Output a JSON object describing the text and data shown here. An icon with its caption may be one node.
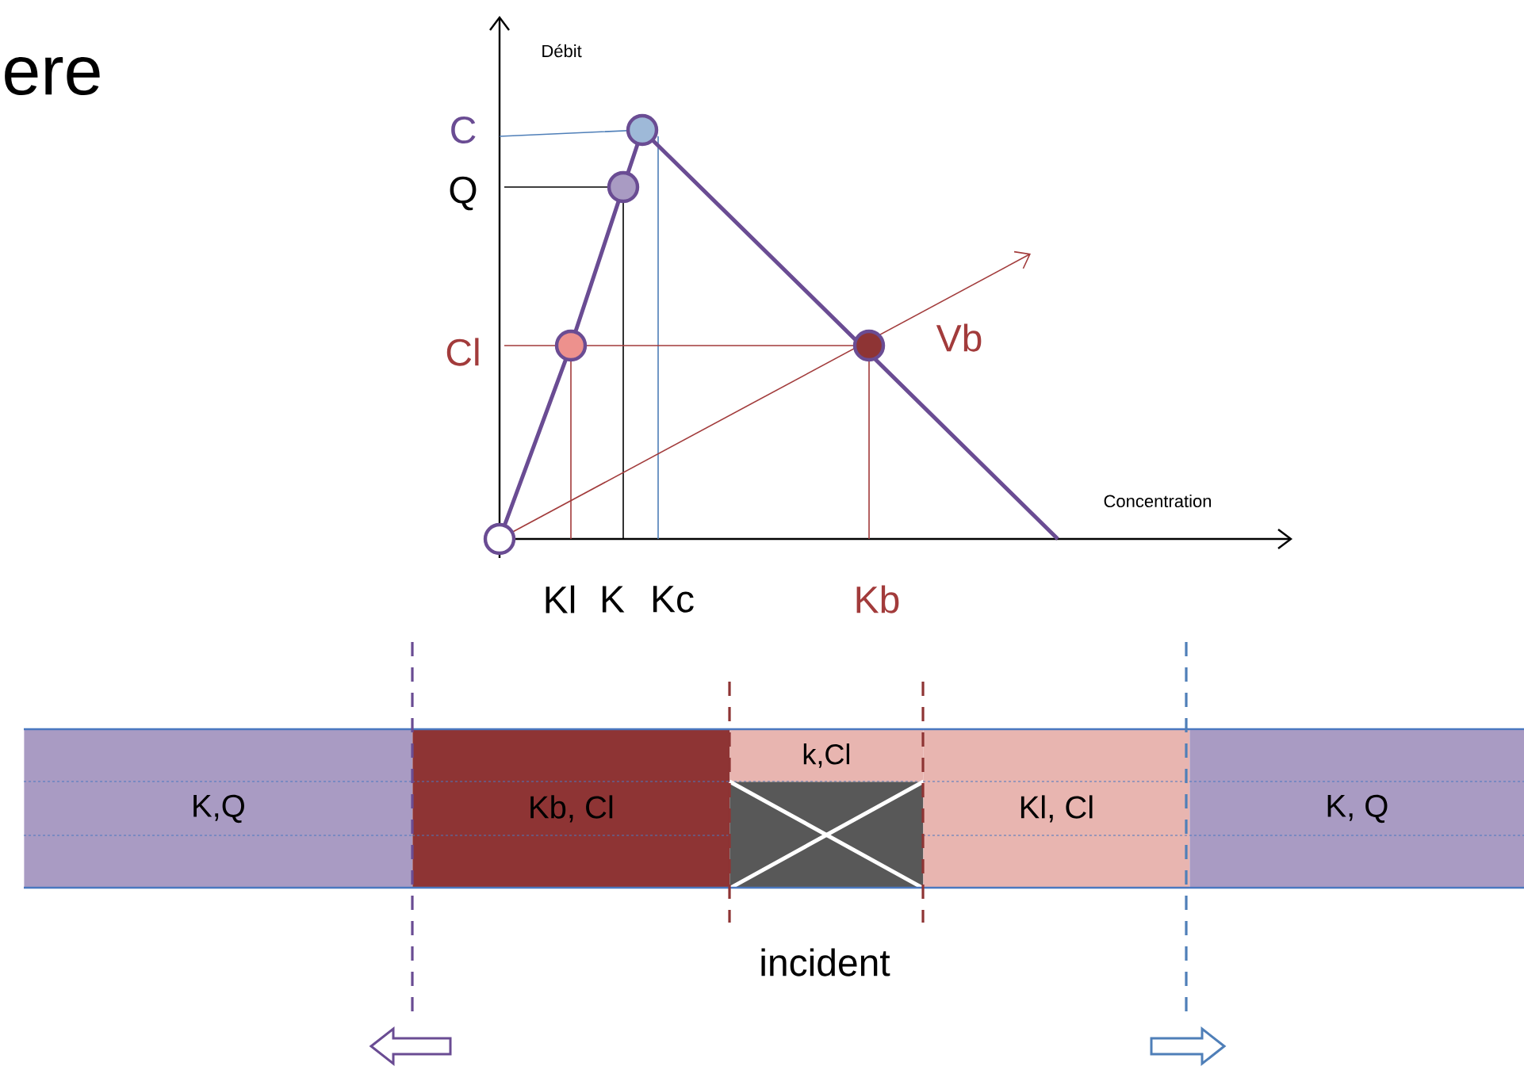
{
  "diagram": {
    "nodes": [
      {
        "text": [
          "K,Q"
        ]
      },
      {
        "text": [
          "Kb, Cl"
        ]
      },
      {
        "text": [
          "k,Cl"
        ]
      },
      {
        "text": [],
        "shape": "box"
      },
      {
        "text": [
          "Kl, Cl"
        ]
      },
      {
        "text": [
          "K, Q"
        ]
      }
    ],
    "labels": [
      "ere",
      "Débit",
      "C",
      "Q",
      "Cl",
      "Vb",
      "Concentration",
      "Kl",
      "K",
      "Kc",
      "Kb",
      "incident"
    ]
  }
}
